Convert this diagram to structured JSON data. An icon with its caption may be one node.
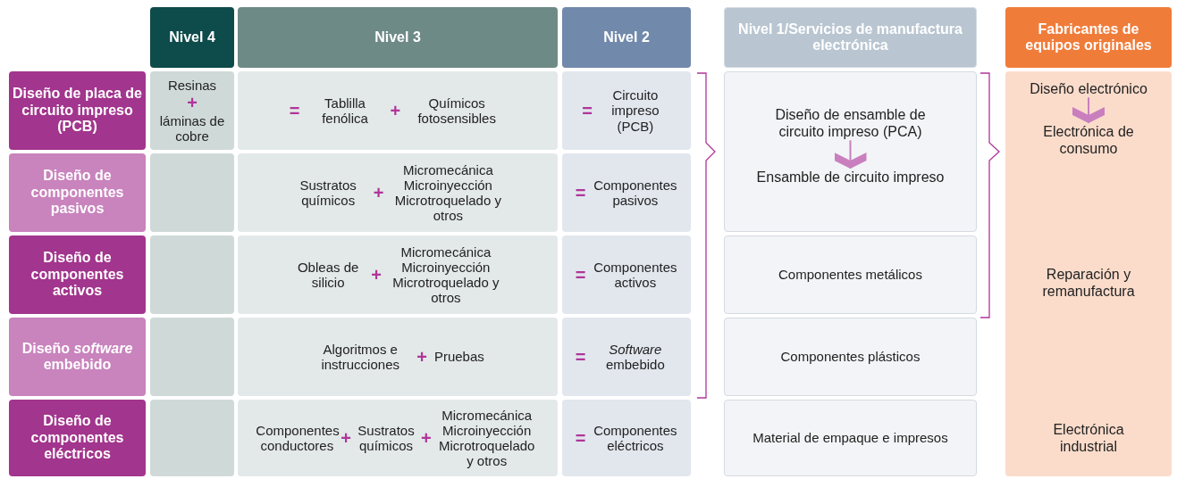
{
  "diagram": {
    "nodes": [
      {
        "text": [
          "Nivel 4"
        ]
      },
      {
        "text": [
          "Nivel 3"
        ]
      },
      {
        "text": [
          "Nivel 2"
        ]
      },
      {
        "text": [
          "Nivel 1/Servicios de manufactura electrónica"
        ]
      },
      {
        "text": [
          "Fabricantes de equipos originales"
        ]
      },
      {
        "text": [
          "Diseño de placa de circuito impreso (PCB)"
        ]
      },
      {
        "text": [
          "Resinas",
          "+",
          "láminas de cobre"
        ]
      },
      {
        "text": [
          "=",
          "Tablilla fenólica",
          "+",
          "Químicos fotosensibles"
        ]
      },
      {
        "text": [
          "=",
          "Circuito impreso (PCB)"
        ]
      },
      {
        "text": [],
        "shape": "box"
      },
      {
        "text": [
          "Diseño de ensamble de circuito impreso (PCA)"
        ],
        "in": 9
      },
      {
        "text": [
          "Ensamble de circuito impreso"
        ],
        "in": 9
      },
      {
        "text": [],
        "shape": "box"
      },
      {
        "text": [
          "Diseño electrónico"
        ],
        "in": 12
      },
      {
        "text": [
          "Electrónica de consumo"
        ],
        "in": 12
      },
      {
        "text": [
          "Reparación y remanufactura"
        ],
        "in": 12
      },
      {
        "text": [
          "Electrónica industrial"
        ],
        "in": 12
      },
      {
        "text": [
          "Diseño de componentes pasivos"
        ]
      },
      {
        "text": [],
        "shape": "box"
      },
      {
        "text": [
          "Sustratos químicos",
          "+",
          "Micromecánica Microinyección Microtroquelado y otros"
        ]
      },
      {
        "text": [
          "=",
          "Componentes pasivos"
        ]
      },
      {
        "text": [
          "Diseño de componentes activos"
        ]
      },
      {
        "text": [],
        "shape": "box"
      },
      {
        "text": [
          "Obleas de silicio",
          "+",
          "Micromecánica Microinyección Microtroquelado y otros"
        ]
      },
      {
        "text": [
          "=",
          "Componentes activos"
        ]
      },
      {
        "text": [
          "Componentes metálicos"
        ]
      },
      {
        "text": [
          "Diseño *software* embebido"
        ]
      },
      {
        "text": [],
        "shape": "box"
      },
      {
        "text": [
          "Algoritmos e instrucciones",
          "+",
          "Pruebas"
        ]
      },
      {
        "text": [
          "=",
          "*Software* embebido"
        ]
      },
      {
        "text": [
          "Componentes plásticos"
        ]
      },
      {
        "text": [
          "Diseño de componentes eléctricos"
        ]
      },
      {
        "text": [],
        "shape": "box"
      },
      {
        "text": [
          "Componentes conductores",
          "+",
          "Sustratos químicos",
          "+",
          "Micromecánica Microinyección Microtroquelado y otros"
        ]
      },
      {
        "text": [
          "=",
          "Componentes eléctricos"
        ]
      },
      {
        "text": [
          "Material de empaque e impresos"
        ]
      }
    ],
    "edges": [
      {
        "from": 10,
        "to": 11,
        "arrow": "to"
      },
      {
        "from": 13,
        "to": 14,
        "arrow": "to"
      }
    ]
  }
}
